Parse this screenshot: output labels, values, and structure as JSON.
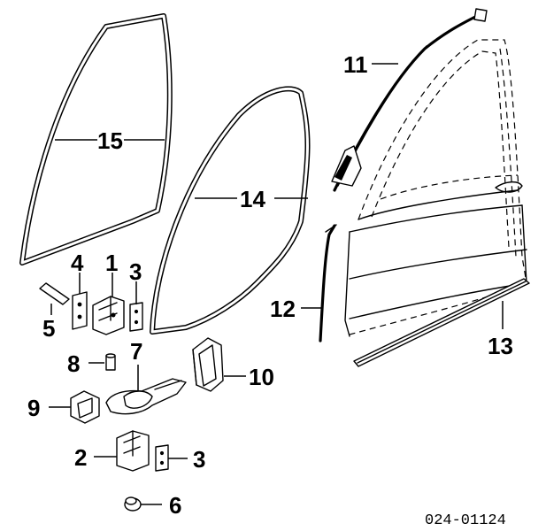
{
  "diagram_code": "024-01124",
  "callouts": {
    "c1": "1",
    "c2": "2",
    "c3a": "3",
    "c3b": "3",
    "c4": "4",
    "c5": "5",
    "c6": "6",
    "c7": "7",
    "c8": "8",
    "c9": "9",
    "c10": "10",
    "c11": "11",
    "c12": "12",
    "c13": "13",
    "c14": "14",
    "c15": "15"
  }
}
